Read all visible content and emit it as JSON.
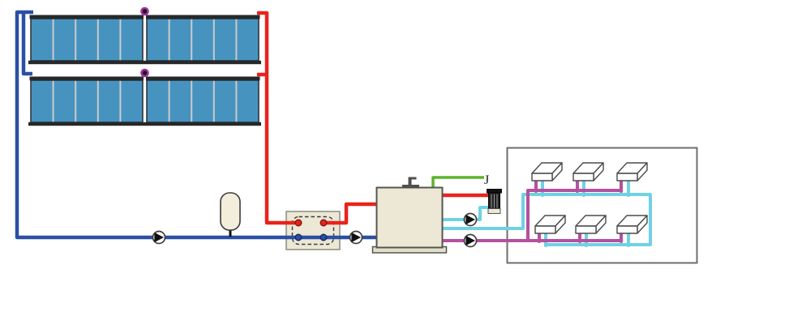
{
  "diagram": {
    "type": "solar-thermal-heating-system-schematic",
    "sensor_label": "J",
    "colors": {
      "hot_supply": "#e8231c",
      "cold_return": "#2b4fa3",
      "cooling_flow": "#6fd1e4",
      "heating_flow": "#b5509f",
      "sensor_line": "#5cb32c",
      "collector": "#4793c0",
      "equipment": "#ece8d5",
      "room_outline": "#6e6e6e",
      "panel_rail": "#26282a"
    },
    "components": [
      {
        "id": "solar-collector-row",
        "count": 2,
        "panels_per_row": 10
      },
      {
        "id": "air-vent",
        "count": 2
      },
      {
        "id": "circulation-pump",
        "count": 4
      },
      {
        "id": "expansion-vessel",
        "count": 1
      },
      {
        "id": "heat-exchanger",
        "count": 1,
        "ports": 4
      },
      {
        "id": "storage-tank",
        "count": 1
      },
      {
        "id": "auxiliary-heater",
        "count": 1
      },
      {
        "id": "fan-coil-unit",
        "count": 6
      },
      {
        "id": "room",
        "count": 1
      }
    ]
  }
}
